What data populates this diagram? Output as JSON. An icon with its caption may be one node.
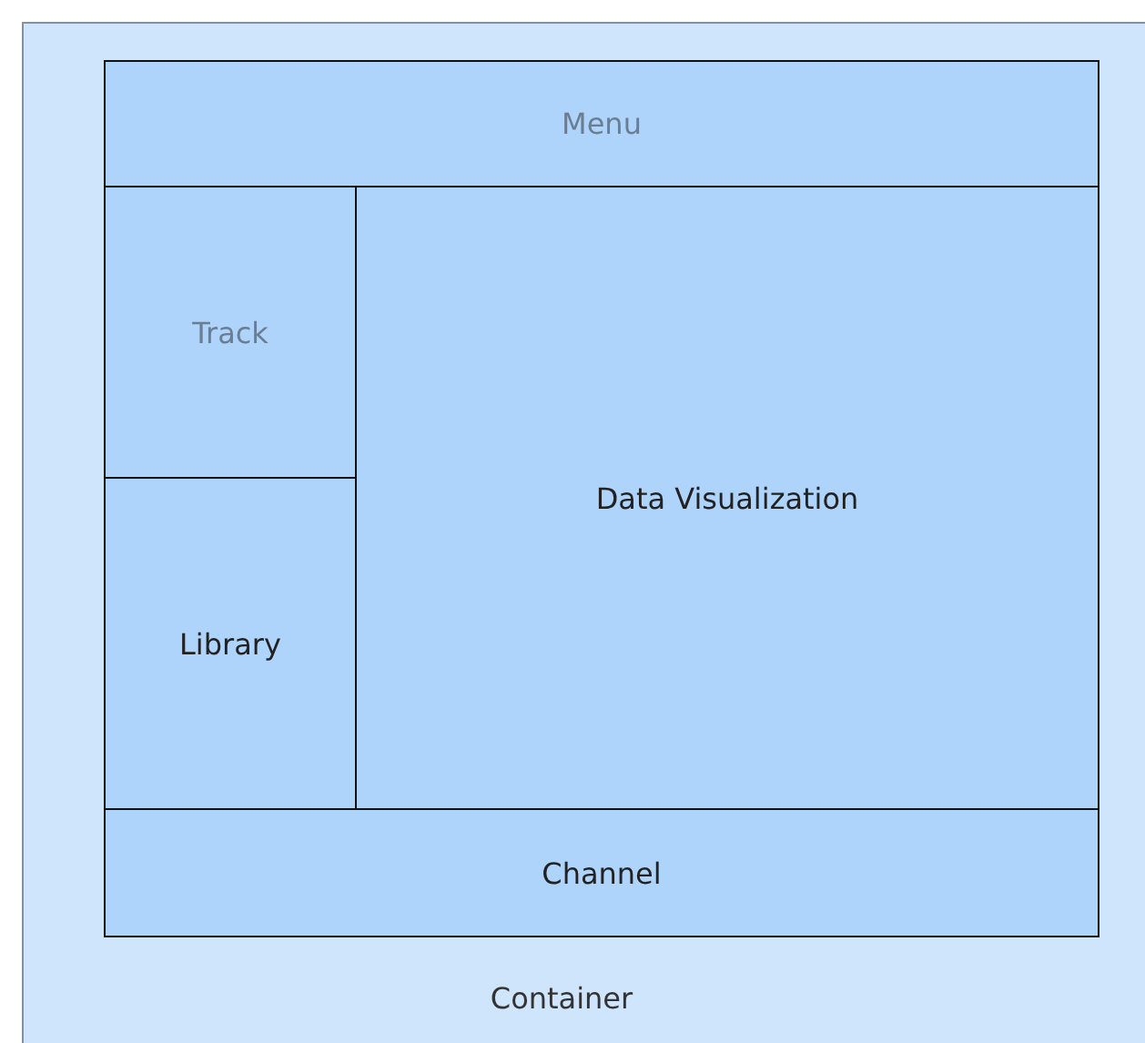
{
  "diagram": {
    "nodes": [
      {
        "text": [
          "Container"
        ]
      },
      {
        "text": [
          "Menu"
        ],
        "in": 0
      },
      {
        "text": [
          "Track"
        ],
        "in": 0
      },
      {
        "text": [
          "Data Visualization"
        ],
        "in": 0
      },
      {
        "text": [
          "Library"
        ],
        "in": 0
      },
      {
        "text": [
          "Channel"
        ],
        "in": 0
      }
    ]
  }
}
